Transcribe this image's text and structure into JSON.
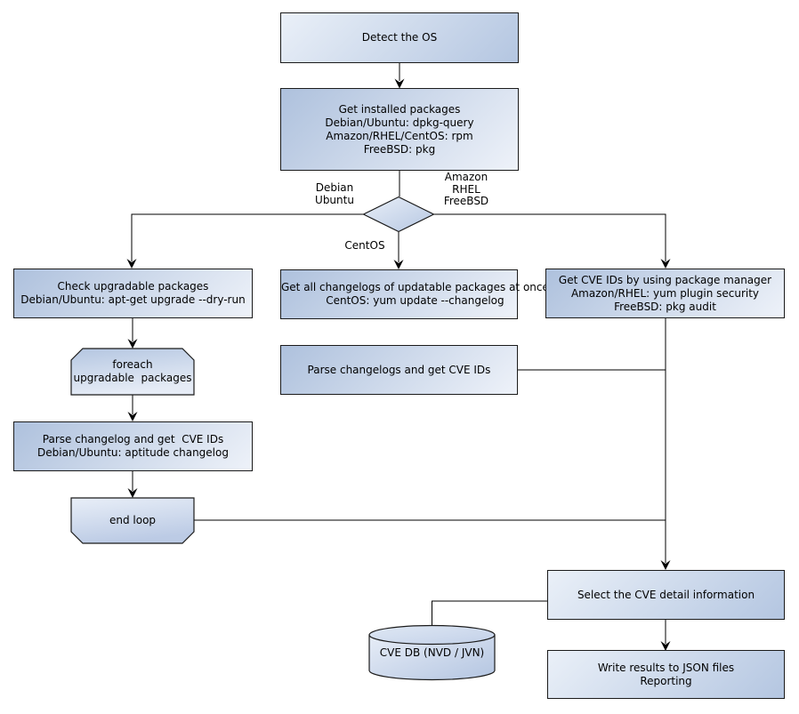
{
  "diagram": {
    "type": "flowchart",
    "colors": {
      "node_fill_dark": "#aec1dd",
      "node_fill_light": "#eef2f9",
      "border": "#1b1b1b",
      "connector": "#000000",
      "text": "#000000",
      "background": "#ffffff"
    }
  },
  "nodes": {
    "detect_os": "Detect the OS",
    "get_installed_packages": "Get installed packages\nDebian/Ubuntu: dpkg-query\nAmazon/RHEL/CentOS: rpm\nFreeBSD: pkg",
    "check_upgradable": "Check upgradable packages\nDebian/Ubuntu: apt-get upgrade --dry-run",
    "foreach_loop": "foreach\nupgradable  packages",
    "parse_changelog": "Parse changelog and get  CVE IDs\nDebian/Ubuntu: aptitude changelog",
    "end_loop": "end loop",
    "get_all_changelogs": "Get all changelogs of updatable packages at once\nCentOS: yum update --changelog",
    "parse_changelogs": "Parse changelogs and get CVE IDs",
    "get_cve_ids": "Get CVE IDs by using package manager\nAmazon/RHEL: yum plugin security\nFreeBSD: pkg audit",
    "select_cve_detail": "Select the CVE detail information",
    "write_results": "Write results to JSON files\nReporting",
    "cve_db": "CVE DB (NVD / JVN)"
  },
  "edge_labels": {
    "debian_ubuntu": "Debian\nUbuntu",
    "amazon_rhel_freebsd": "Amazon\nRHEL\nFreeBSD",
    "centos": "CentOS"
  },
  "edges": [
    {
      "from": "detect_os",
      "to": "get_installed_packages"
    },
    {
      "from": "get_installed_packages",
      "to": "os_decision"
    },
    {
      "from": "os_decision",
      "to": "check_upgradable",
      "label": "Debian\nUbuntu"
    },
    {
      "from": "os_decision",
      "to": "get_all_changelogs",
      "label": "CentOS"
    },
    {
      "from": "os_decision",
      "to": "get_cve_ids",
      "label": "Amazon\nRHEL\nFreeBSD"
    },
    {
      "from": "check_upgradable",
      "to": "foreach_loop"
    },
    {
      "from": "foreach_loop",
      "to": "parse_changelog"
    },
    {
      "from": "parse_changelog",
      "to": "end_loop"
    },
    {
      "from": "end_loop",
      "to": "select_cve_detail"
    },
    {
      "from": "get_all_changelogs",
      "to": "parse_changelogs"
    },
    {
      "from": "parse_changelogs",
      "to": "select_cve_detail"
    },
    {
      "from": "get_cve_ids",
      "to": "select_cve_detail"
    },
    {
      "from": "cve_db",
      "to": "select_cve_detail"
    },
    {
      "from": "select_cve_detail",
      "to": "write_results"
    }
  ]
}
